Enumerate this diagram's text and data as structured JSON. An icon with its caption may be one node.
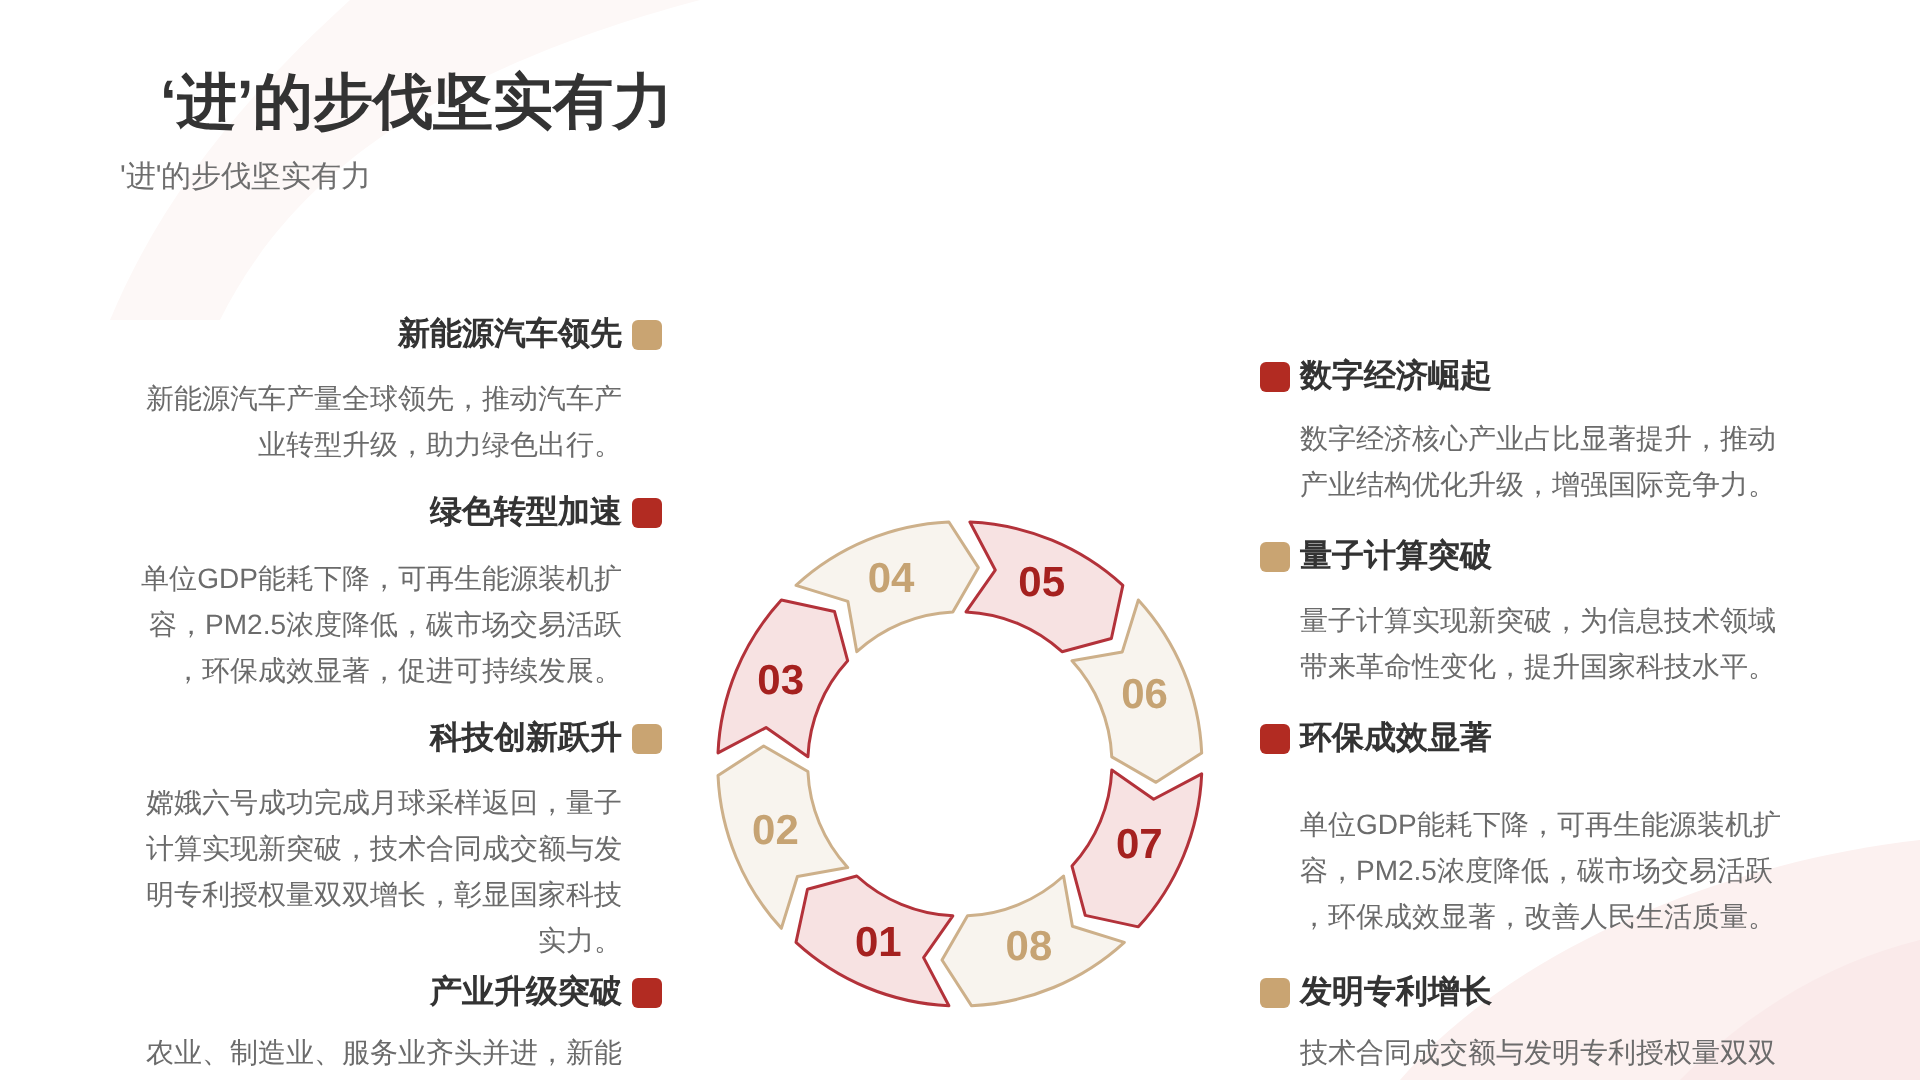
{
  "diagram": {
    "title": "‘进’的步伐坚实有力",
    "nodes": [
      {
        "text": [
          "01"
        ]
      },
      {
        "text": [
          "02"
        ]
      },
      {
        "text": [
          "03"
        ]
      },
      {
        "text": [
          "04"
        ]
      },
      {
        "text": [
          "05"
        ]
      },
      {
        "text": [
          "06"
        ]
      },
      {
        "text": [
          "07"
        ]
      },
      {
        "text": [
          "08"
        ]
      }
    ],
    "labels": [
      "'进'的步伐坚实有力",
      "新能源汽车领先",
      "新能源汽车产量全球领先，推动汽车产业转型升级，助力绿色出行。",
      "绿色转型加速",
      "单位GDP能耗下降，可再生能源装机扩容，PM2.5浓度降低，碳市场交易活跃，环保成效显著，促进可持续发展。",
      "科技创新跃升",
      "嫦娥六号成功完成月球采样返回，量子计算实现新突破，技术合同成交额与发明专利授权量双双增长，彰显国家科技实力。",
      "产业升级突破",
      "农业、制造业、服务业齐头并进，新能",
      "数字经济崛起",
      "数字经济核心产业占比显著提升，推动产业结构优化升级，增强国际竞争力。",
      "量子计算突破",
      "量子计算实现新突破，为信息技术领域带来革命性变化，提升国家科技水平。",
      "环保成效显著",
      "单位GDP能耗下降，可再生能源装机扩容，PM2.5浓度降低，碳市场交易活跃，环保成效显著，改善人民生活质量。",
      "发明专利增长",
      "技术合同成交额与发明专利授权量双双"
    ]
  }
}
